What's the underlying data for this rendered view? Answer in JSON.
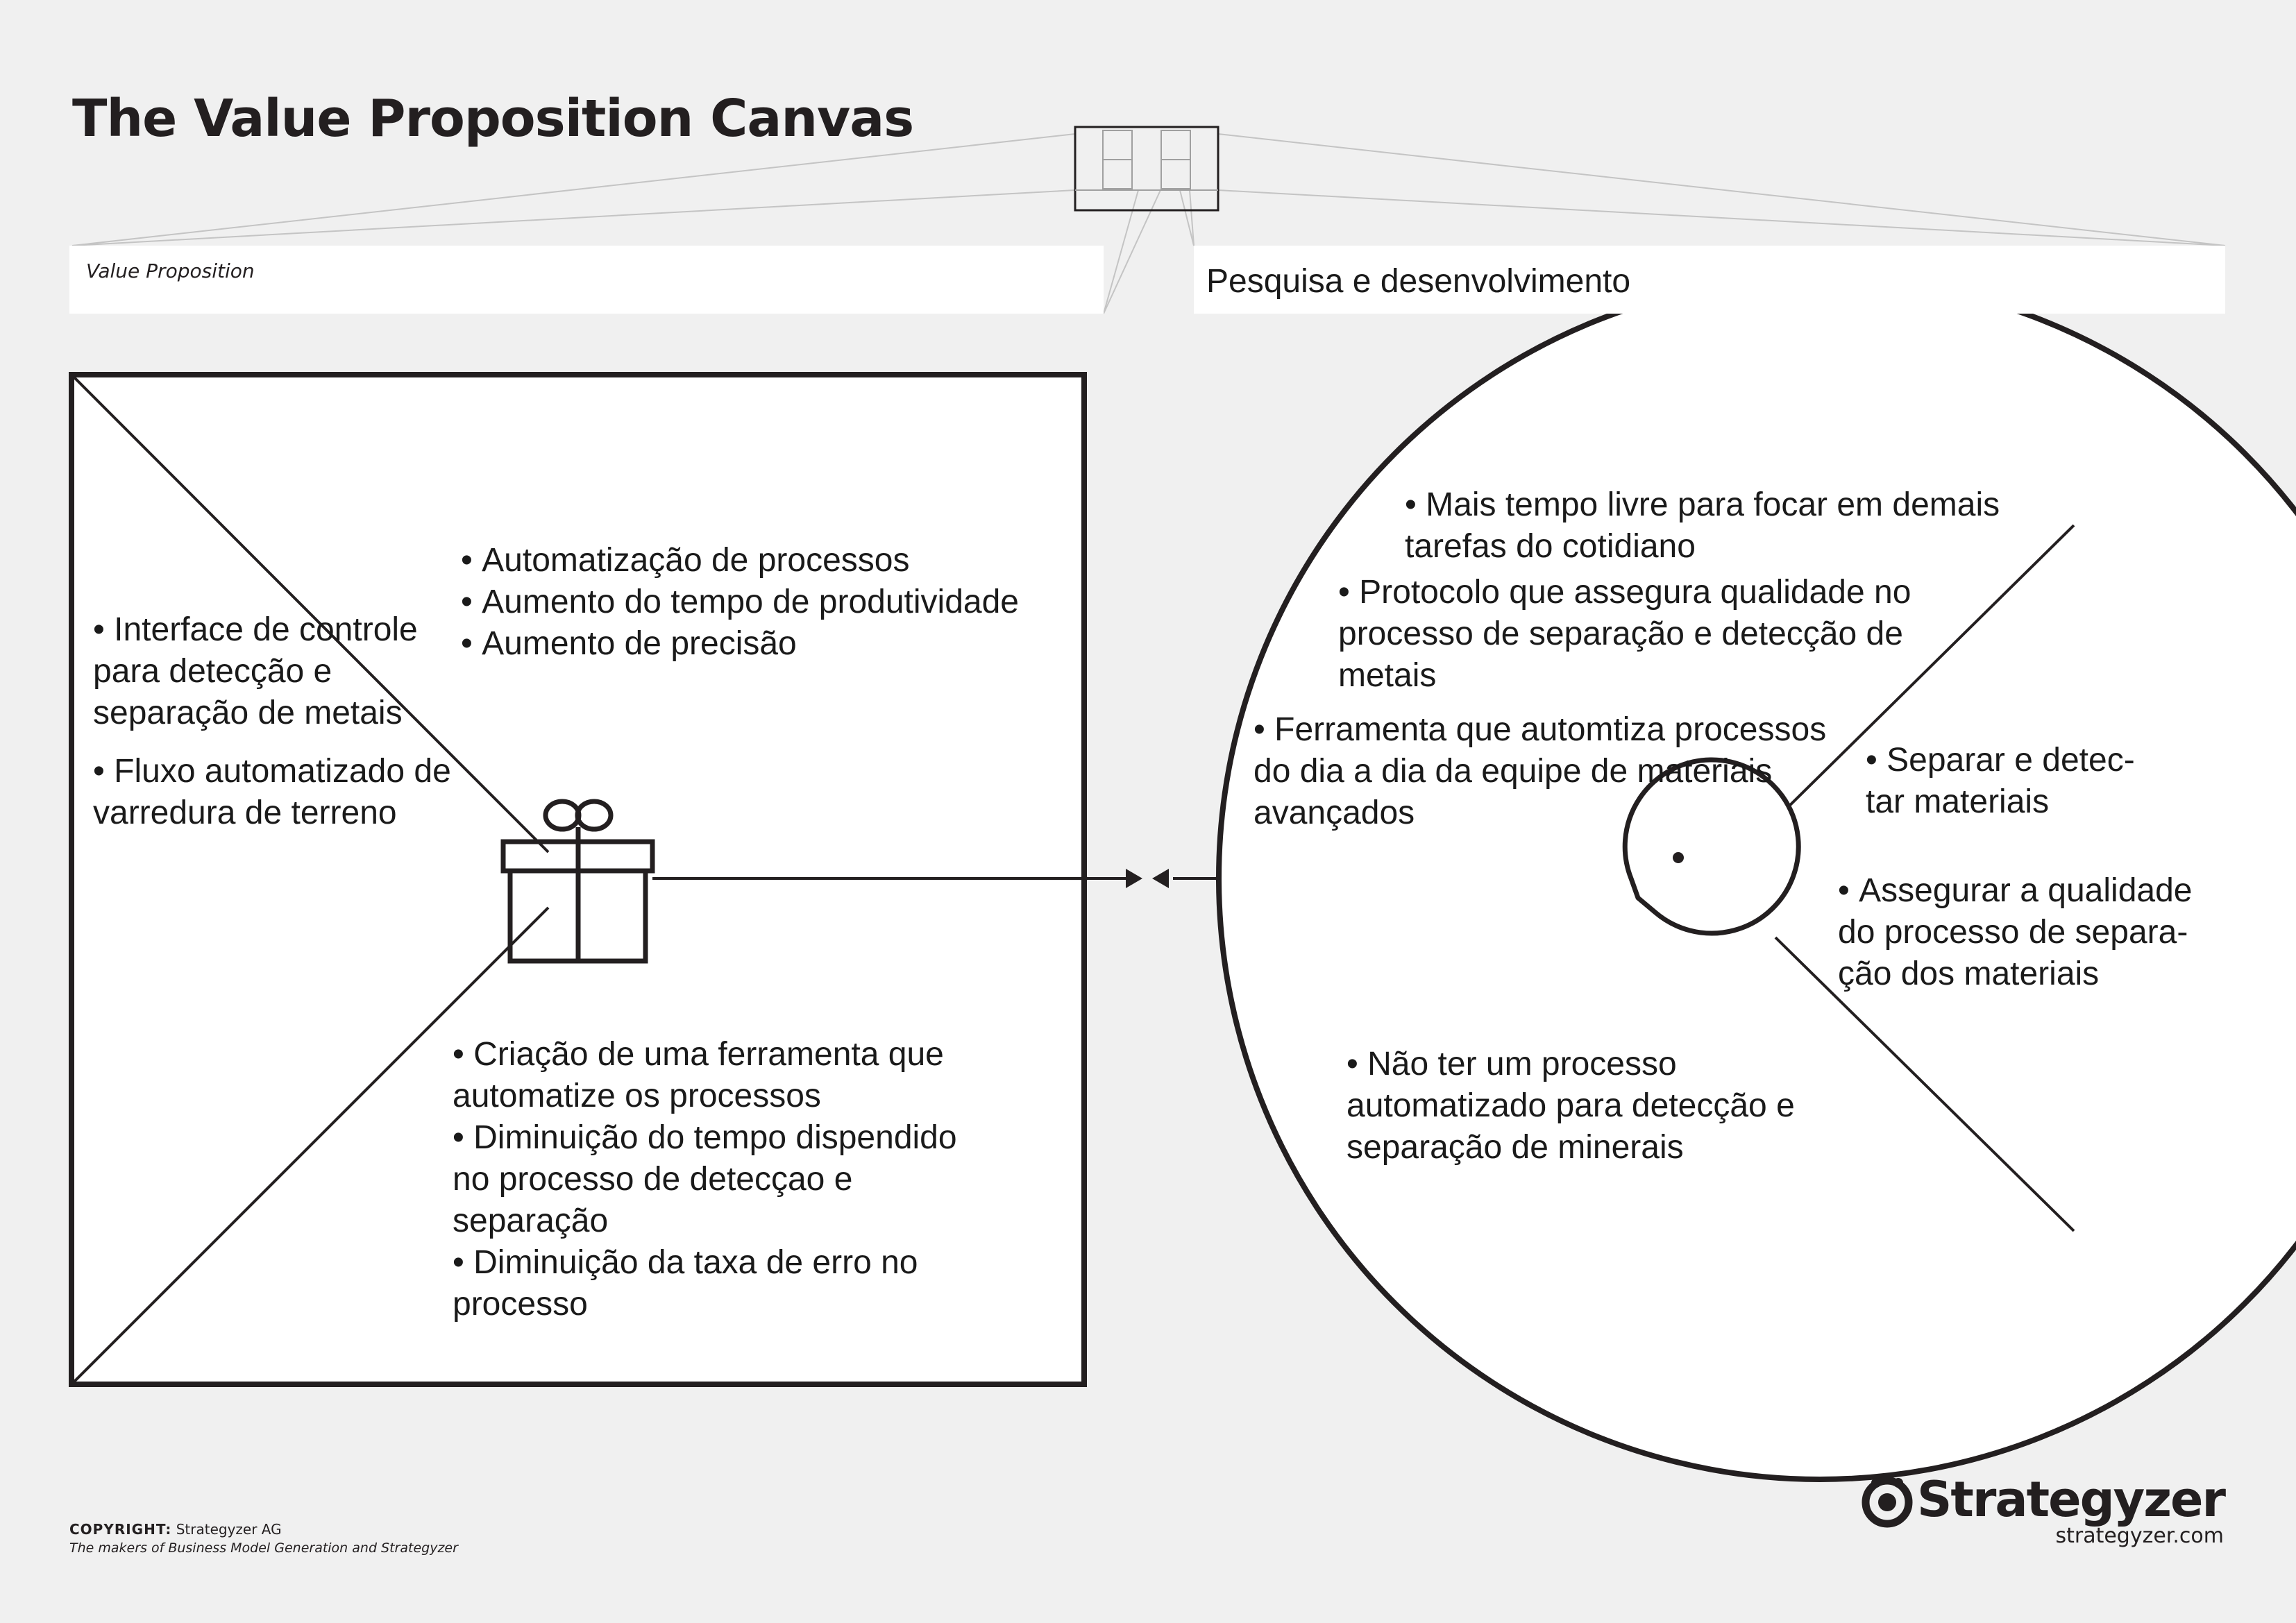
{
  "header": {
    "title": "The Value Proposition Canvas",
    "value_proposition_label": "Value Proposition",
    "customer_segment_value": "Pesquisa e desenvolvimento"
  },
  "value_map": {
    "products_services": [
      "Interface de controle para detecção e separação de metais",
      "Fluxo automatizado de varredura de terreno"
    ],
    "gain_creators": [
      "Automatização de processos",
      "Aumento do tempo de produtividade",
      "Aumento de precisão"
    ],
    "pain_relievers": [
      "Criação de uma ferramenta que automatize os processos",
      "Diminuição do tempo dispendido no processo de detecçao e separação",
      "Diminuição da taxa de erro no processo"
    ]
  },
  "customer_profile": {
    "gains": [
      "Mais tempo livre para focar em demais tarefas do cotidiano",
      "Protocolo que assegura qualidade no processo de separação e detecção de metais",
      "Ferramenta que automtiza processos do dia a dia da equipe de materiais avançados"
    ],
    "customer_jobs": [
      "Separar e detec-tar materiais",
      "Assegurar a qualidade do processo de separa-ção dos materiais"
    ],
    "pains": [
      "Não ter um processo automatizado para detecção e separação de minerais"
    ]
  },
  "footer": {
    "copyright_label": "COPYRIGHT:",
    "copyright_owner": "Strategyzer AG",
    "tagline": "The makers of Business Model Generation and Strategyzer",
    "brand": "Strategyzer",
    "url": "strategyzer.com"
  },
  "icons": [
    "gift-icon",
    "customer-face-icon",
    "canvas-thumbnail-icon",
    "strategyzer-logo-icon"
  ],
  "colors": {
    "background": "#f0f0f0",
    "panel": "#ffffff",
    "ink": "#1a1a1a"
  }
}
